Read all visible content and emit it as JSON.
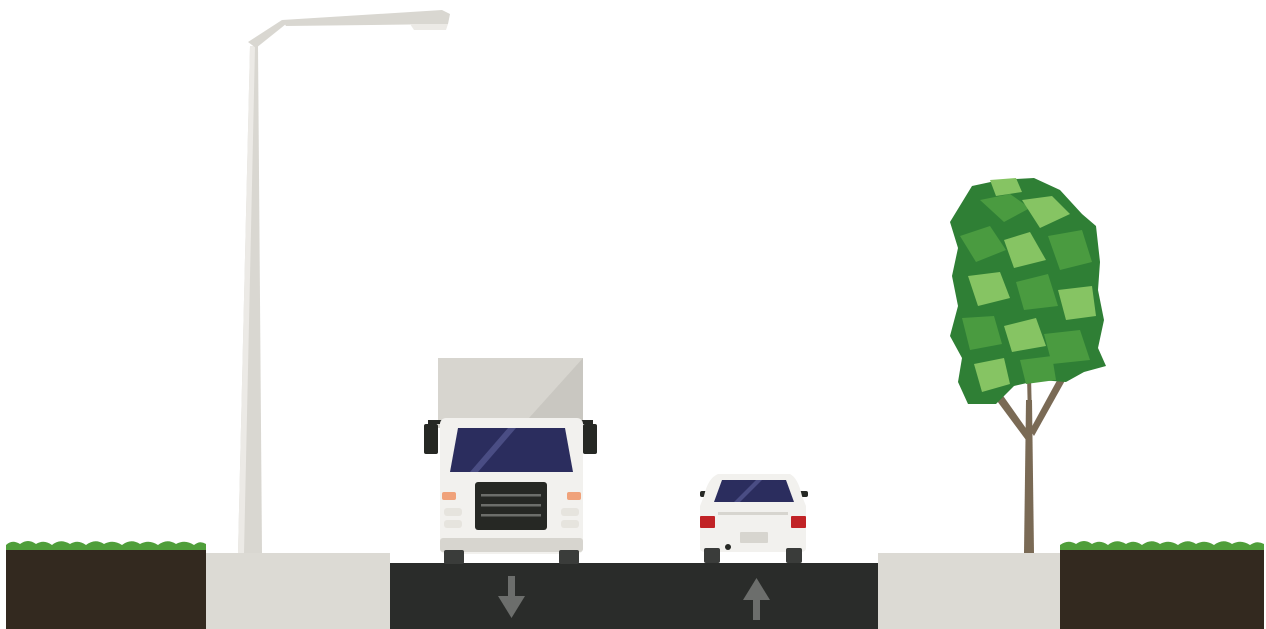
{
  "scene": {
    "background_color": "#ffffff",
    "colors": {
      "soil": "#33291f",
      "grass": "#4f9e3a",
      "grass_light": "#7cc05b",
      "sidewalk": "#dcdad4",
      "asphalt": "#2a2c2a",
      "lane_arrow": "#6c6e6c",
      "streetlight_pole": "#d9d7d1",
      "streetlight_pole_light": "#eceae6",
      "truck_body": "#f2f1ee",
      "truck_box": "#d7d5cf",
      "windshield": "#2b2d5e",
      "grille": "#262824",
      "tail_light": "#c12326",
      "indicator_light": "#f0a27a",
      "tree_trunk": "#7a6a55",
      "foliage_dark": "#2f7f35",
      "foliage_mid": "#4a9b40",
      "foliage_light": "#86c463"
    },
    "elements": [
      {
        "id": "planting-strip-left",
        "icon": "soil-grass-strip"
      },
      {
        "id": "streetlight",
        "icon": "streetlight-icon"
      },
      {
        "id": "sidewalk-left",
        "icon": "sidewalk"
      },
      {
        "id": "truck",
        "icon": "truck-icon"
      },
      {
        "id": "car",
        "icon": "car-icon"
      },
      {
        "id": "lane-arrow-down",
        "icon": "arrow-down-icon"
      },
      {
        "id": "lane-arrow-up",
        "icon": "arrow-up-icon"
      },
      {
        "id": "sidewalk-right",
        "icon": "sidewalk"
      },
      {
        "id": "tree",
        "icon": "tree-icon"
      },
      {
        "id": "planting-strip-right",
        "icon": "soil-grass-strip"
      }
    ]
  }
}
